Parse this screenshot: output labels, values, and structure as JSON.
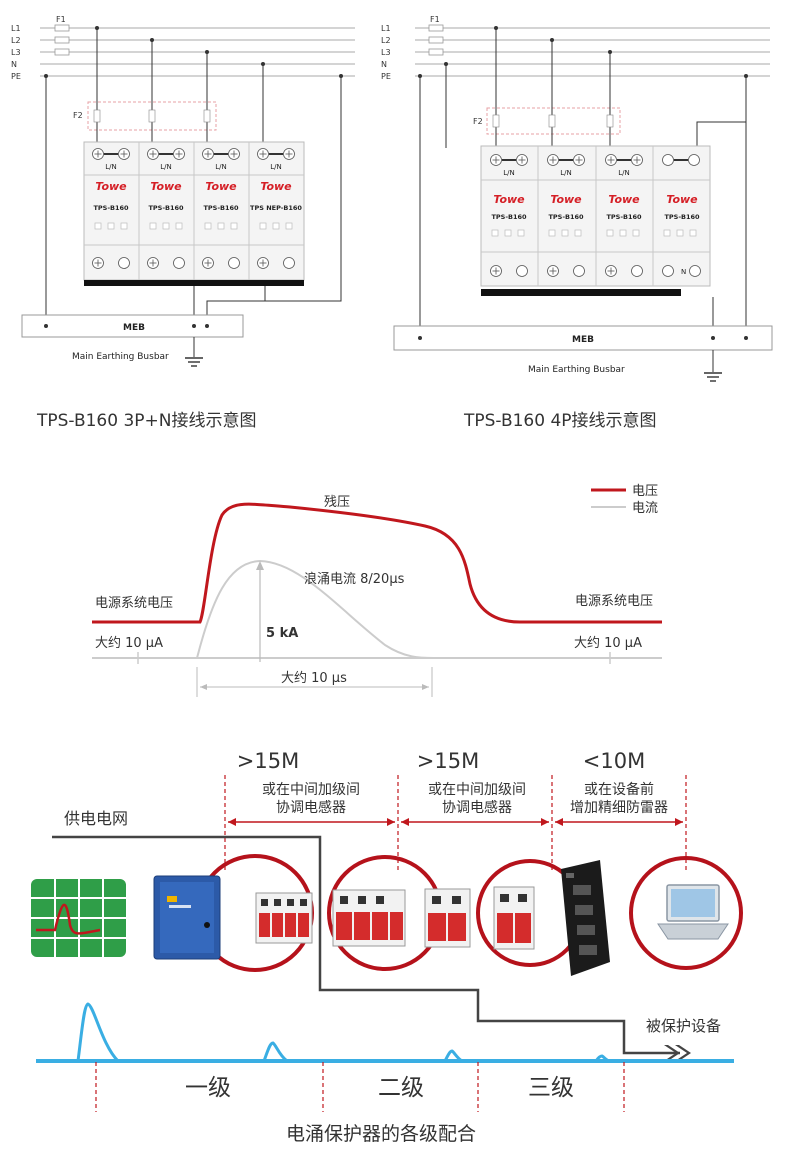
{
  "wiring": {
    "lines": [
      "L1",
      "L2",
      "L3",
      "N",
      "PE"
    ],
    "f1": "F1",
    "f2": "F2",
    "brand": "Towe",
    "terminal_ln": "L/N",
    "terminal_n": "N",
    "meb": "MEB",
    "busbar": "Main Earthing Busbar",
    "left_modules": [
      "TPS-B160",
      "TPS-B160",
      "TPS-B160",
      "TPS NEP-B160"
    ],
    "right_modules": [
      "TPS-B160",
      "TPS-B160",
      "TPS-B160",
      "TPS-B160"
    ],
    "caption_left": "TPS-B160 3P+N接线示意图",
    "caption_right": "TPS-B160 4P接线示意图"
  },
  "waveform": {
    "legend_voltage": "电压",
    "legend_current": "电流",
    "residual": "残压",
    "surge": "浪涌电流 8/20μs",
    "peak": "5 kA",
    "system_voltage_left": "电源系统电压",
    "system_voltage_right": "电源系统电压",
    "approx_current_left": "大约 10 μA",
    "approx_current_right": "大约 10 μA",
    "duration": "大约 10 μs",
    "colors": {
      "voltage": "#c0171d",
      "current": "#cccccc"
    }
  },
  "coordination": {
    "dist1": ">15M",
    "dist1_note": [
      "或在中间加级间",
      "协调电感器"
    ],
    "dist2": ">15M",
    "dist2_note": [
      "或在中间加级间",
      "协调电感器"
    ],
    "dist3": "<10M",
    "dist3_note": [
      "或在设备前",
      "增加精细防雷器"
    ],
    "grid": "供电电网",
    "protected": "被保护设备",
    "levels": [
      "一级",
      "二级",
      "三级"
    ],
    "caption": "电涌保护器的各级配合",
    "colors": {
      "ring": "#b5121b",
      "baseline": "#3aaee3",
      "grid_icon": "#2f9e48"
    }
  }
}
